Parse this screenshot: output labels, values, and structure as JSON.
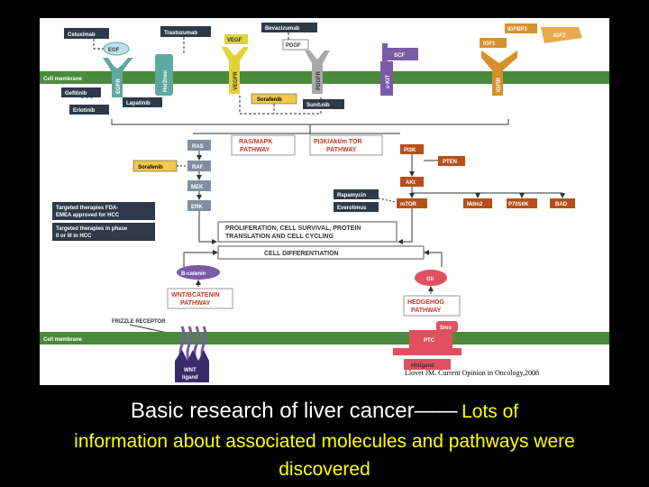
{
  "diagram": {
    "drugs": {
      "cetuximab": "Cetuximab",
      "trastuzumab": "Trastuzumab",
      "bevacizumab": "Bevacizumab",
      "gefitinib": "Gefitinib",
      "erlotinib": "Erlotinib",
      "lapatinib": "Lapatinib",
      "sorafenib_membrane": "Sorafenib",
      "sunitinib": "Sunitinib",
      "sorafenib_raf": "Sorafenib",
      "rapamycin": "Rapamycin",
      "everolimus": "Everolimus"
    },
    "ligands": {
      "egf": "EGF",
      "vegf": "VEGF",
      "pdgf": "PDGF",
      "scf": "SCF",
      "igfbp3": "IGFBP3",
      "igf2": "IGF2",
      "igf1": "IGF1"
    },
    "receptors": {
      "egfr": "EGFR",
      "her2neu": "Her2neu",
      "vegfr": "VEGFR",
      "pdgfr": "PDGFR",
      "ckit": "c-KIT",
      "igfir": "IGFIR"
    },
    "membranes": {
      "top": "Cell membrane",
      "bottom": "Cell membrane"
    },
    "pathways": {
      "ras_mapk": [
        "RAS/MAPK",
        "PATHWAY"
      ],
      "pi3k": [
        "PI3K/Akt/m TOR",
        "PATHWAY"
      ],
      "wnt": [
        "WNT/BCATENIN",
        "PATHWAY"
      ],
      "hedgehog": [
        "HEDGEHOG",
        "PATHWAY"
      ]
    },
    "nodes": {
      "ras": "RAS",
      "raf": "RAF",
      "mek": "MEK",
      "erk": "ERK",
      "pi3k": "PI3K",
      "pten": "PTEN",
      "akt": "AKt",
      "mtor": "mTOR",
      "mdm2": "Mdm2",
      "p70s6k": "P70S6K",
      "bad": "BAD",
      "bcatenin": "B-catenin",
      "gli": "Gli",
      "smo": "Smo",
      "ptc": "PTC",
      "hhligand": "Hhligand",
      "wnt_ligand": [
        "WNT",
        "ligand"
      ],
      "frizzled": "FRIZZLE RECEPTOR"
    },
    "outcomes": {
      "proliferation": [
        "PROLIFERATION, CELL SURVIVAL, PROTEIN",
        "TRANSLATION AND CELL CYCLING"
      ],
      "differentiation": "CELL DIFFERENTIATION"
    },
    "legend": {
      "approved": [
        "Targeted therapies FDA-",
        "EMEA approved for HCC"
      ],
      "trials": [
        "Targeted therapies in phase",
        "II or III in HCC"
      ]
    },
    "citation": "Llovet JM. Current Opinion in Oncology,2008"
  },
  "caption": {
    "main": "Basic research of liver cancer——",
    "sub1": "Lots of",
    "sub2": "information about associated molecules and pathways were discovered"
  },
  "colors": {
    "background": "#000000",
    "membrane": "#4a8a3c",
    "drug_box": "#2e3a4a",
    "pathway_text": "#c0392b",
    "node_box": "#7f8f9f",
    "pi3k_node": "#b5501a",
    "receptor_teal": "#5fa8a0",
    "receptor_yellow": "#e2d23a",
    "receptor_gray": "#a8a8a8",
    "receptor_purple": "#7b5aa6",
    "receptor_orange": "#d7902e",
    "sorafenib_box": "#f2c94c",
    "caption_main": "#ffffff",
    "caption_sub": "#ffff00"
  }
}
